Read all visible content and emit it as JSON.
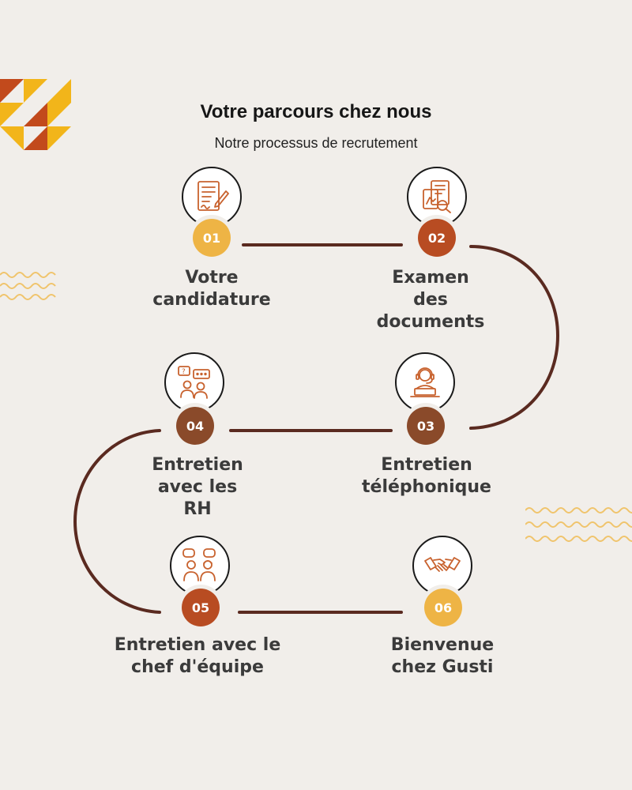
{
  "title": "Votre parcours chez nous",
  "subtitle": "Notre processus de recrutement",
  "colors": {
    "background": "#f1eeea",
    "line": "#5a2a20",
    "yellow": "#eeb445",
    "orange_dark": "#b84c22",
    "brown": "#8a4a2a",
    "icon_stroke": "#c8622e"
  },
  "steps": [
    {
      "number": "01",
      "label": "Votre\ncandidature",
      "icon": "application-form-icon",
      "color": "#eeb445"
    },
    {
      "number": "02",
      "label": "Examen\ndes\ndocuments",
      "icon": "document-review-icon",
      "color": "#b84c22"
    },
    {
      "number": "03",
      "label": "Entretien\ntéléphonique",
      "icon": "headset-laptop-icon",
      "color": "#8a4a2a"
    },
    {
      "number": "04",
      "label": "Entretien\navec les\nRH",
      "icon": "chat-people-icon",
      "color": "#8a4a2a"
    },
    {
      "number": "05",
      "label": "Entretien avec le\nchef d'équipe",
      "icon": "conversation-icon",
      "color": "#b84c22"
    },
    {
      "number": "06",
      "label": "Bienvenue\nchez Gusti",
      "icon": "handshake-icon",
      "color": "#eeb445"
    }
  ]
}
